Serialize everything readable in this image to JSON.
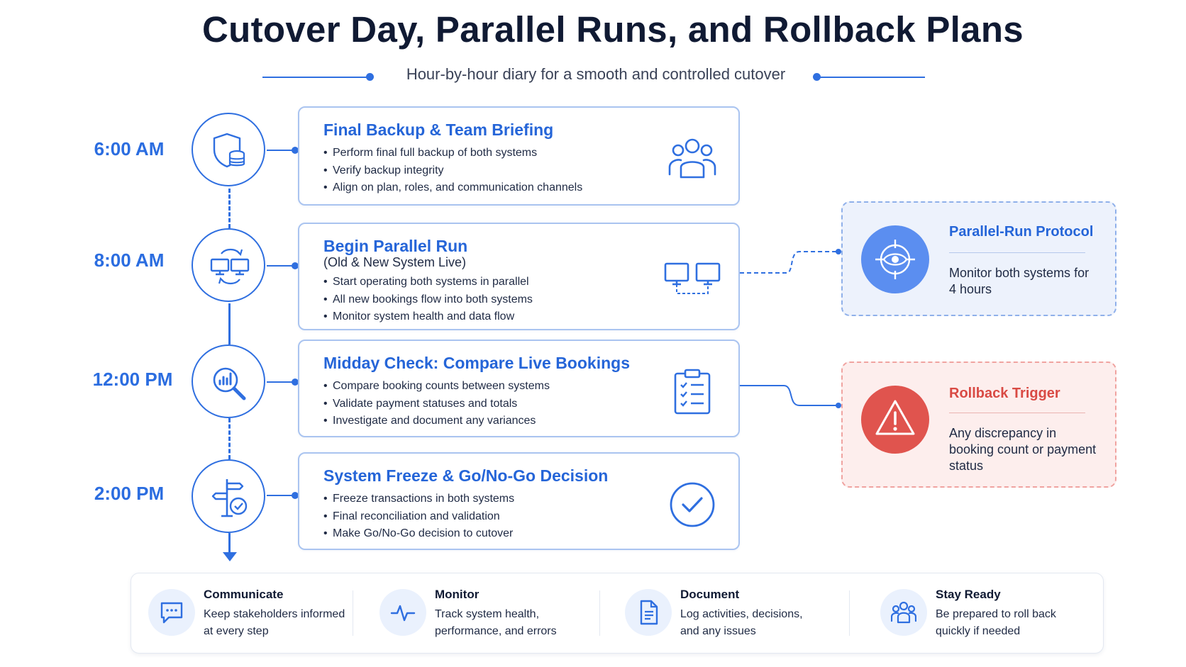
{
  "title": "Cutover Day, Parallel Runs, and Rollback Plans",
  "subtitle": "Hour-by-hour diary for a smooth and controlled cutover",
  "colors": {
    "accent": "#2f6fe0",
    "heading": "#2565d8",
    "danger": "#e0544e",
    "protocol_circle": "#5b8ef0"
  },
  "timeline": [
    {
      "time": "6:00 AM",
      "node_icon": "shield-database-icon",
      "title": "Final Backup & Team Briefing",
      "subtitle": "",
      "bullets": [
        "Perform final full backup of both systems",
        "Verify backup integrity",
        "Align on plan, roles, and communication channels"
      ],
      "card_icon": "team-icon"
    },
    {
      "time": "8:00 AM",
      "node_icon": "sync-monitors-icon",
      "title": "Begin Parallel Run",
      "subtitle": "(Old & New System Live)",
      "bullets": [
        "Start operating both systems in parallel",
        "All new bookings flow into both systems",
        "Monitor system health and data flow"
      ],
      "card_icon": "dual-monitor-icon"
    },
    {
      "time": "12:00 PM",
      "node_icon": "chart-magnifier-icon",
      "title": "Midday Check: Compare Live Bookings",
      "subtitle": "",
      "bullets": [
        "Compare booking counts between systems",
        "Validate payment statuses and totals",
        "Investigate and document any variances"
      ],
      "card_icon": "clipboard-checklist-icon"
    },
    {
      "time": "2:00 PM",
      "node_icon": "signpost-check-icon",
      "title": "System Freeze & Go/No-Go Decision",
      "subtitle": "",
      "bullets": [
        "Freeze transactions in both systems",
        "Final reconciliation and validation",
        "Make Go/No-Go decision to cutover"
      ],
      "card_icon": "check-circle-icon"
    }
  ],
  "side_panels": {
    "protocol": {
      "title": "Parallel-Run Protocol",
      "text": "Monitor both systems for 4 hours",
      "icon": "target-eye-icon"
    },
    "rollback": {
      "title": "Rollback Trigger",
      "text": "Any discrepancy in booking count or payment status",
      "icon": "warning-triangle-icon"
    }
  },
  "footer": [
    {
      "title": "Communicate",
      "text": "Keep stakeholders informed at every step",
      "icon": "chat-bubble-icon"
    },
    {
      "title": "Monitor",
      "text": "Track system health, performance, and errors",
      "icon": "pulse-icon"
    },
    {
      "title": "Document",
      "text": "Log activities, decisions, and any issues",
      "icon": "document-icon"
    },
    {
      "title": "Stay Ready",
      "text": "Be prepared to roll back quickly if needed",
      "icon": "team-icon"
    }
  ]
}
